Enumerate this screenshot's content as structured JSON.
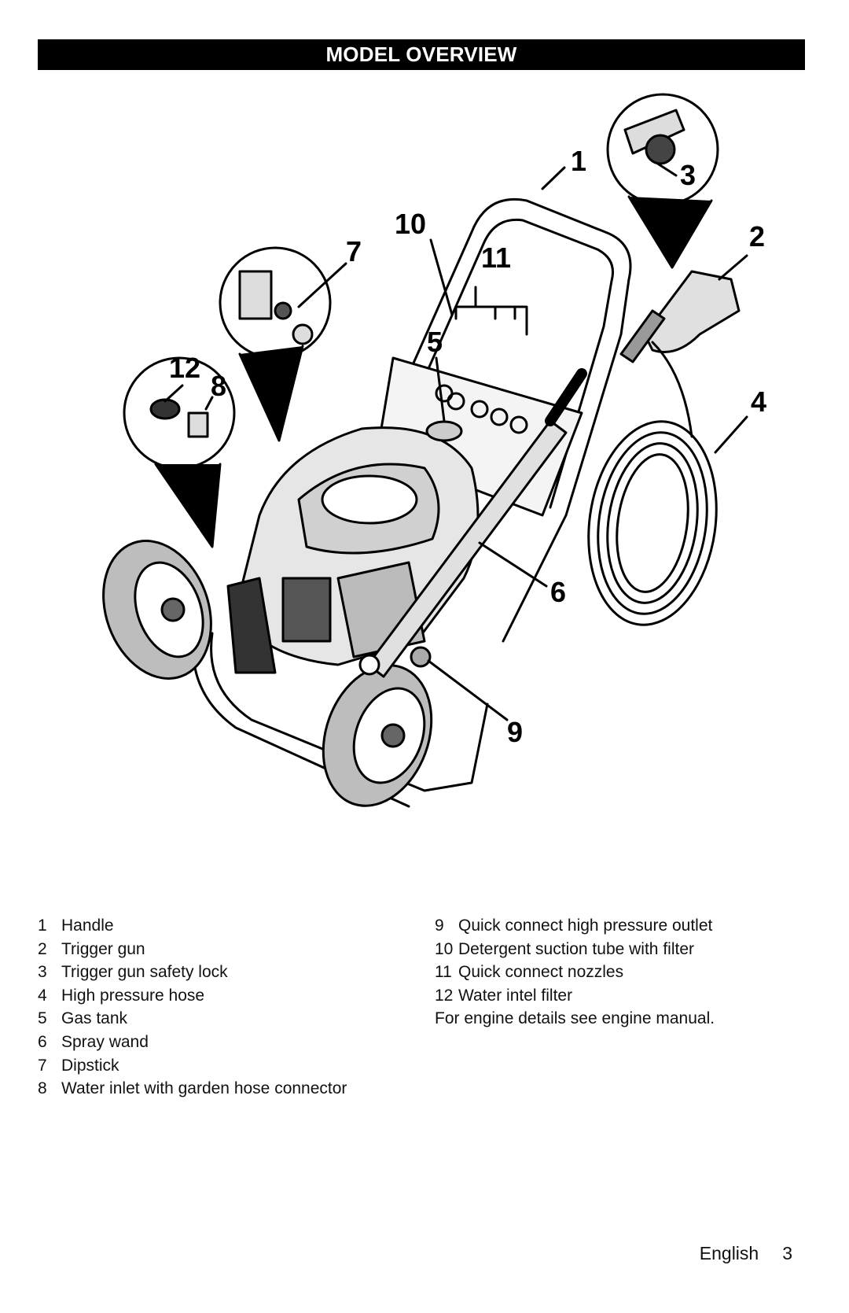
{
  "header": {
    "title": "MODEL OVERVIEW"
  },
  "callouts": [
    "1",
    "2",
    "3",
    "4",
    "5",
    "6",
    "7",
    "8",
    "9",
    "10",
    "11",
    "12"
  ],
  "legend": {
    "left": [
      {
        "num": "1",
        "text": "Handle"
      },
      {
        "num": "2",
        "text": "Trigger gun"
      },
      {
        "num": "3",
        "text": "Trigger gun safety lock"
      },
      {
        "num": "4",
        "text": "High pressure hose"
      },
      {
        "num": "5",
        "text": "Gas tank"
      },
      {
        "num": "6",
        "text": "Spray wand"
      },
      {
        "num": "7",
        "text": "Dipstick"
      },
      {
        "num": "8",
        "text": "Water inlet with garden hose connector"
      }
    ],
    "right": [
      {
        "num": "9",
        "text": "Quick connect high pressure outlet"
      },
      {
        "num": "10",
        "text": "Detergent suction tube with filter"
      },
      {
        "num": "11",
        "text": "Quick connect nozzles"
      },
      {
        "num": "12",
        "text": "Water intel filter"
      }
    ],
    "note": "For engine details see engine manual."
  },
  "footer": {
    "language": "English",
    "page": "3"
  }
}
